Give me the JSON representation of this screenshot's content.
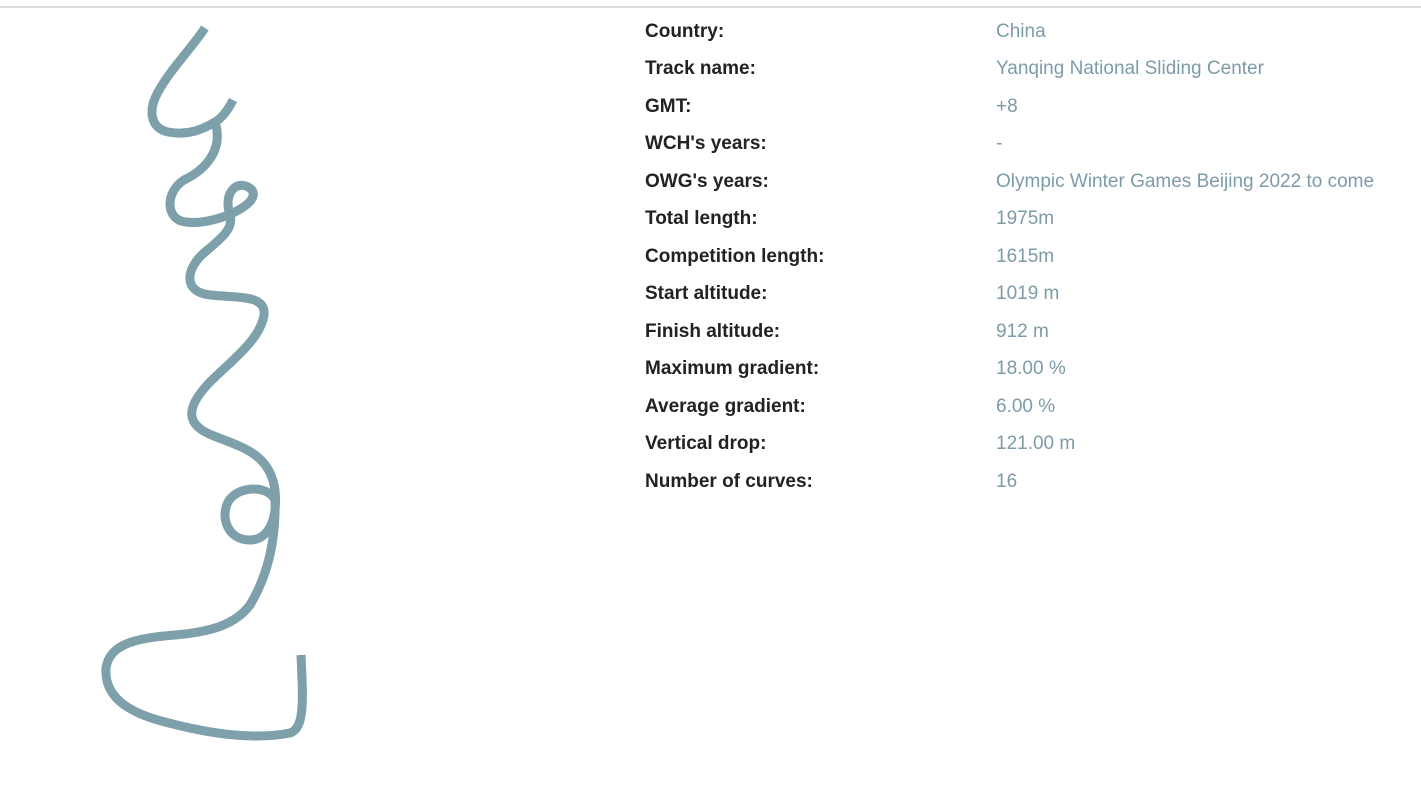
{
  "track": {
    "accent_color": "#7da0ab",
    "map_icon": "bobsleigh-track-map"
  },
  "specs": [
    {
      "label": "Country:",
      "value": "China"
    },
    {
      "label": "Track name:",
      "value": "Yanqing National Sliding Center"
    },
    {
      "label": "GMT:",
      "value": "+8"
    },
    {
      "label": "WCH's years:",
      "value": "-"
    },
    {
      "label": "OWG's years:",
      "value": "Olympic Winter Games Beijing 2022 to come"
    },
    {
      "label": "Total length:",
      "value": "1975m"
    },
    {
      "label": "Competition length:",
      "value": "1615m"
    },
    {
      "label": "Start altitude:",
      "value": "1019 m"
    },
    {
      "label": "Finish altitude:",
      "value": "912 m"
    },
    {
      "label": "Maximum gradient:",
      "value": "18.00 %"
    },
    {
      "label": "Average gradient:",
      "value": "6.00 %"
    },
    {
      "label": "Vertical drop:",
      "value": "121.00 m"
    },
    {
      "label": "Number of curves:",
      "value": "16"
    }
  ]
}
